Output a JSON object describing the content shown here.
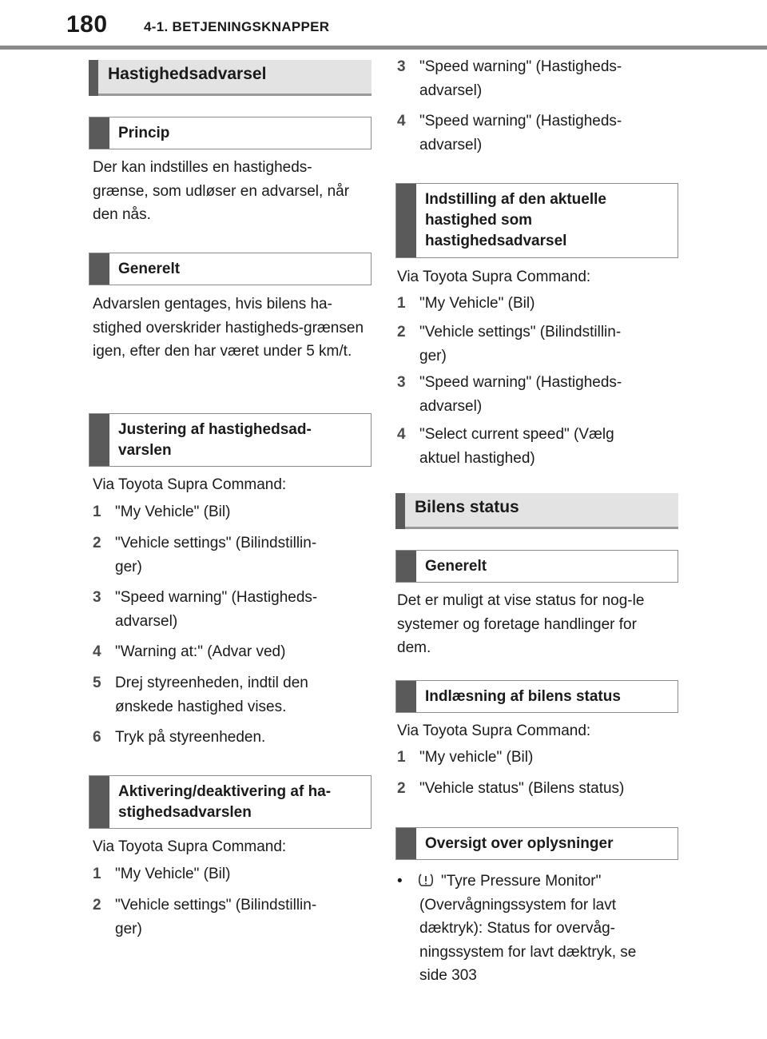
{
  "header": {
    "page_number": "180",
    "chapter": "4-1. BETJENINGSKNAPPER"
  },
  "left": {
    "section_title": "Hastighedsadvarsel",
    "princip": {
      "title": "Princip",
      "text": "Der kan indstilles en hastigheds-grænse, som udløser en advarsel, når den nås."
    },
    "generelt": {
      "title": "Generelt",
      "text": "Advarslen gentages, hvis bilens ha-stighed overskrider hastigheds-grænsen igen, efter den har været under 5 km/t."
    },
    "justering": {
      "title": "Justering af hastighedsad-varslen",
      "via": "Via Toyota Supra Command:",
      "steps": [
        {
          "num": "1",
          "text": "\"My Vehicle\" (Bil)"
        },
        {
          "num": "2",
          "text": "\"Vehicle settings\" (Bilindstillin-\nger)"
        },
        {
          "num": "3",
          "text": "\"Speed warning\" (Hastigheds-\nadvarsel)"
        },
        {
          "num": "4",
          "text": "\"Warning at:\" (Advar ved)"
        },
        {
          "num": "5",
          "text": "Drej styreenheden, indtil den\nønskede hastighed vises."
        },
        {
          "num": "6",
          "text": "Tryk på styreenheden."
        }
      ]
    },
    "aktivering": {
      "title": "Aktivering/deaktivering af ha-stighedsadvarslen",
      "via": "Via Toyota Supra Command:",
      "steps": [
        {
          "num": "1",
          "text": "\"My Vehicle\" (Bil)"
        },
        {
          "num": "2",
          "text": "\"Vehicle settings\" (Bilindstillin-\nger)"
        }
      ]
    }
  },
  "right": {
    "cont_steps": [
      {
        "num": "3",
        "text": "\"Speed warning\" (Hastigheds-\nadvarsel)"
      },
      {
        "num": "4",
        "text": "\"Speed warning\" (Hastigheds-\nadvarsel)"
      }
    ],
    "indstilling": {
      "title": "Indstilling af den aktuelle hastighed som hastighedsadvarsel",
      "via": "Via Toyota Supra Command:",
      "steps": [
        {
          "num": "1",
          "text": "\"My Vehicle\" (Bil)"
        },
        {
          "num": "2",
          "text": "\"Vehicle settings\" (Bilindstillin-\nger)"
        },
        {
          "num": "3",
          "text": "\"Speed warning\" (Hastigheds-\nadvarsel)"
        },
        {
          "num": "4",
          "text": "\"Select current speed\" (Vælg\naktuel hastighed)"
        }
      ]
    },
    "section_title": "Bilens status",
    "generelt": {
      "title": "Generelt",
      "text": "Det er muligt at vise status for nog-le systemer og foretage handlinger for dem."
    },
    "indlaesning": {
      "title": "Indlæsning af bilens status",
      "via": "Via Toyota Supra Command:",
      "steps": [
        {
          "num": "1",
          "text": "\"My vehicle\" (Bil)"
        },
        {
          "num": "2",
          "text": "\"Vehicle status\" (Bilens status)"
        }
      ]
    },
    "oversigt": {
      "title": "Oversigt over oplysninger",
      "bullet_icon": "tyre-pressure-warning-icon",
      "bullet_text": "\"Tyre Pressure Monitor\" (Overvågningssystem for lavt dæktryk): Status for overvåg-ningssystem for lavt dæktryk, se side 303"
    }
  }
}
